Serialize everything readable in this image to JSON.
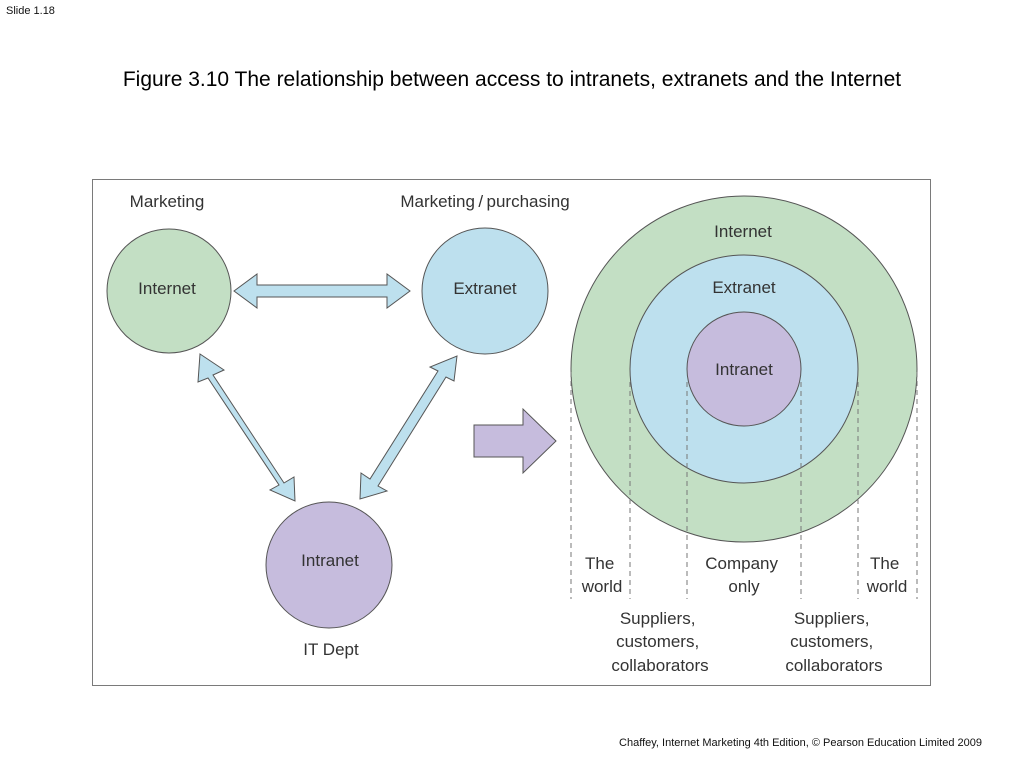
{
  "slide": {
    "number": "Slide 1.18",
    "title": "Figure 3.10  The relationship between access to intranets, extranets and the Internet",
    "footer": "Chaffey, Internet Marketing 4th Edition, © Pearson Education Limited 2009"
  },
  "diagram": {
    "left": {
      "marketing_label": "Marketing",
      "marketing_purchasing_label": "Marketing / purchasing",
      "it_dept_label": "IT Dept",
      "nodes": {
        "internet": "Internet",
        "extranet": "Extranet",
        "intranet": "Intranet"
      }
    },
    "right": {
      "rings": {
        "internet": "Internet",
        "extranet": "Extranet",
        "intranet": "Intranet"
      },
      "zones": {
        "world_left": [
          "The",
          "world"
        ],
        "company_only": [
          "Company",
          "only"
        ],
        "world_right": [
          "The",
          "world"
        ],
        "suppliers_left": [
          "Suppliers,",
          "customers,",
          "collaborators"
        ],
        "suppliers_right": [
          "Suppliers,",
          "customers,",
          "collaborators"
        ]
      }
    },
    "colors": {
      "internet": "#c3dfc4",
      "extranet": "#bde0ee",
      "intranet": "#c6bcdd",
      "outline": "#555555",
      "frame": "#7a7a7a"
    }
  }
}
